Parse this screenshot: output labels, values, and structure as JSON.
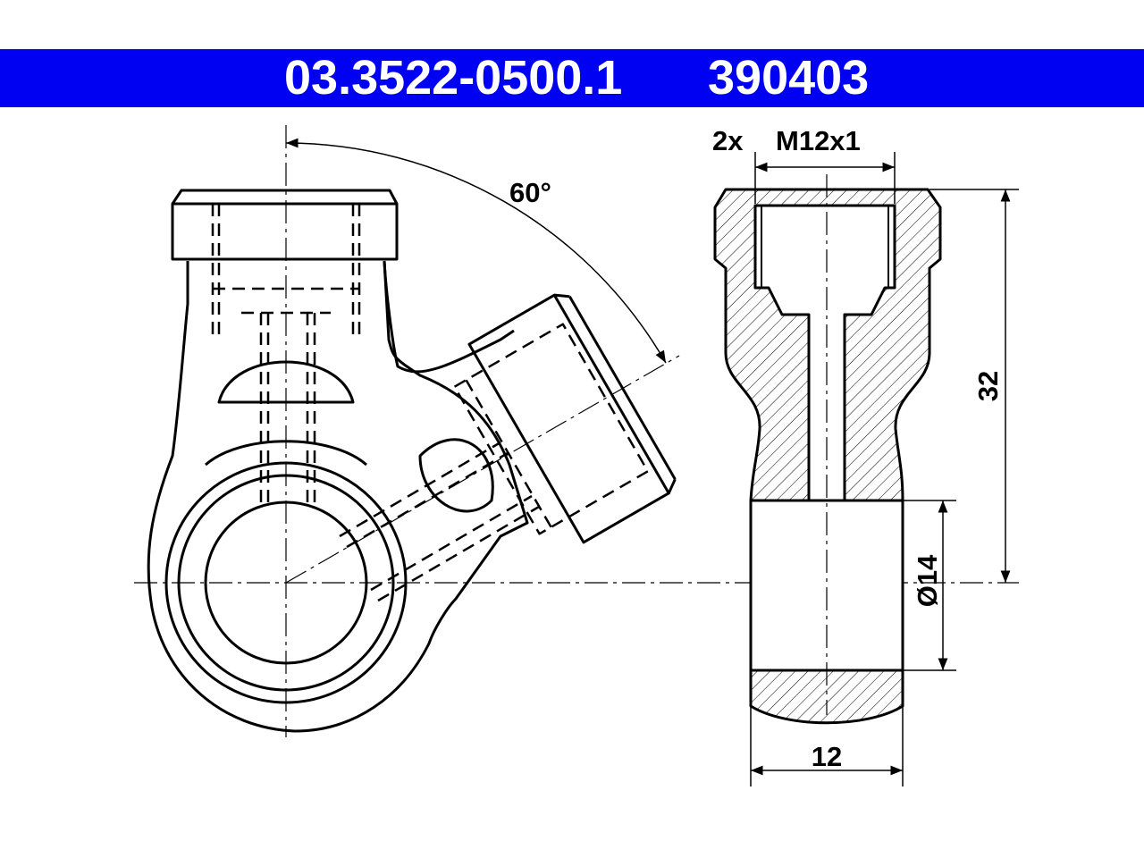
{
  "header": {
    "part_number": "03.3522-0500.1",
    "reference_number": "390403",
    "background_color": "#0000f2",
    "text_color": "#ffffff"
  },
  "drawing": {
    "angle_label": "60°",
    "thread_count": "2x",
    "thread_spec": "M12x1",
    "height_label": "32",
    "diameter_label": "Ø14",
    "width_label": "12"
  }
}
